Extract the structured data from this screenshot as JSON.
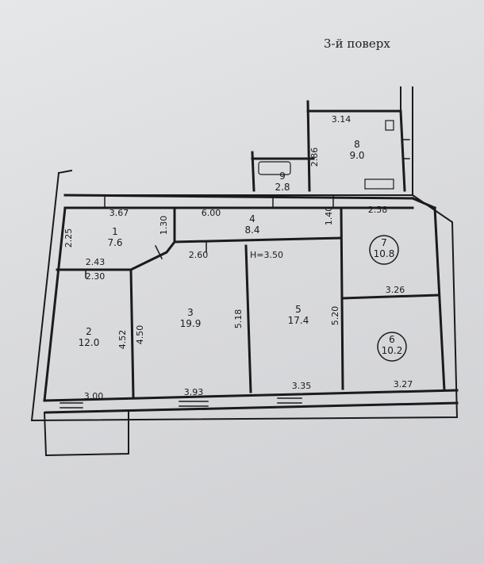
{
  "title": "3-й поверх",
  "rooms": [
    {
      "number": "1",
      "area": "7.6"
    },
    {
      "number": "2",
      "area": "12.0"
    },
    {
      "number": "3",
      "area": "19.9"
    },
    {
      "number": "4",
      "area": "8.4"
    },
    {
      "number": "5",
      "area": "17.4"
    },
    {
      "number": "6",
      "area": "10.2"
    },
    {
      "number": "7",
      "area": "10.8"
    },
    {
      "number": "8",
      "area": "9.0"
    },
    {
      "number": "9",
      "area": "2.8"
    }
  ],
  "dimensions": [
    "3.14",
    "2.86",
    "3.67",
    "1.30",
    "6.00",
    "1.40",
    "2.58",
    "2.25",
    "2.43",
    "2.30",
    "2.60",
    "H=3.50",
    "3.26",
    "4.52",
    "4.50",
    "5.18",
    "5.20",
    "3.00",
    "3.93",
    "3.35",
    "3.27"
  ],
  "colors": {
    "ink": "#1b1b1b",
    "paper": "#e0e1e3"
  }
}
